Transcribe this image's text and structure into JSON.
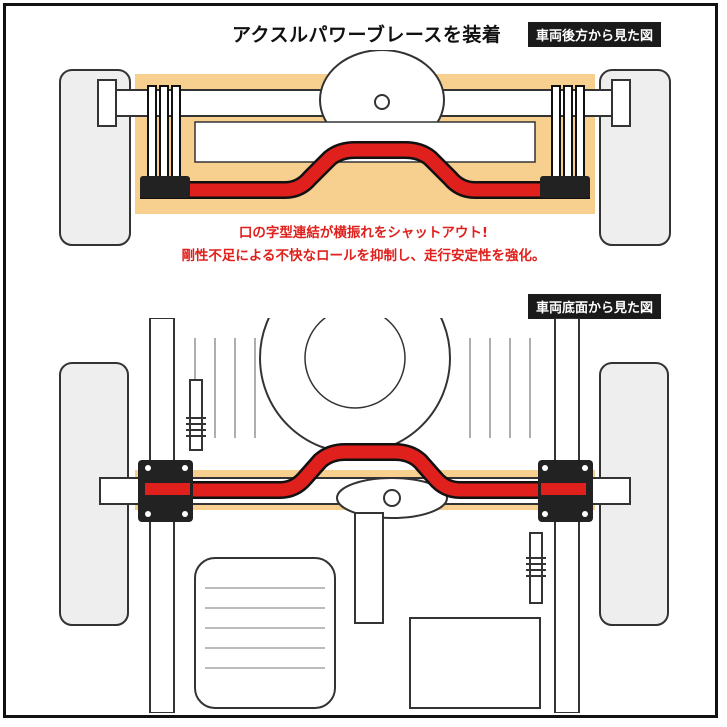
{
  "heading": "アクスルパワーブレースを装着",
  "views": {
    "rear_label": "車両後方から見た図",
    "bottom_label": "車両底面から見た図"
  },
  "captions": [
    "口の字型連結が横振れをシャットアウト!",
    "剛性不足による不快なロールを抑制し、走行安定性を強化。"
  ],
  "colors": {
    "brace_red": "#e0201c",
    "highlight_orange": "#f6c77a",
    "frame_black": "#111111"
  }
}
